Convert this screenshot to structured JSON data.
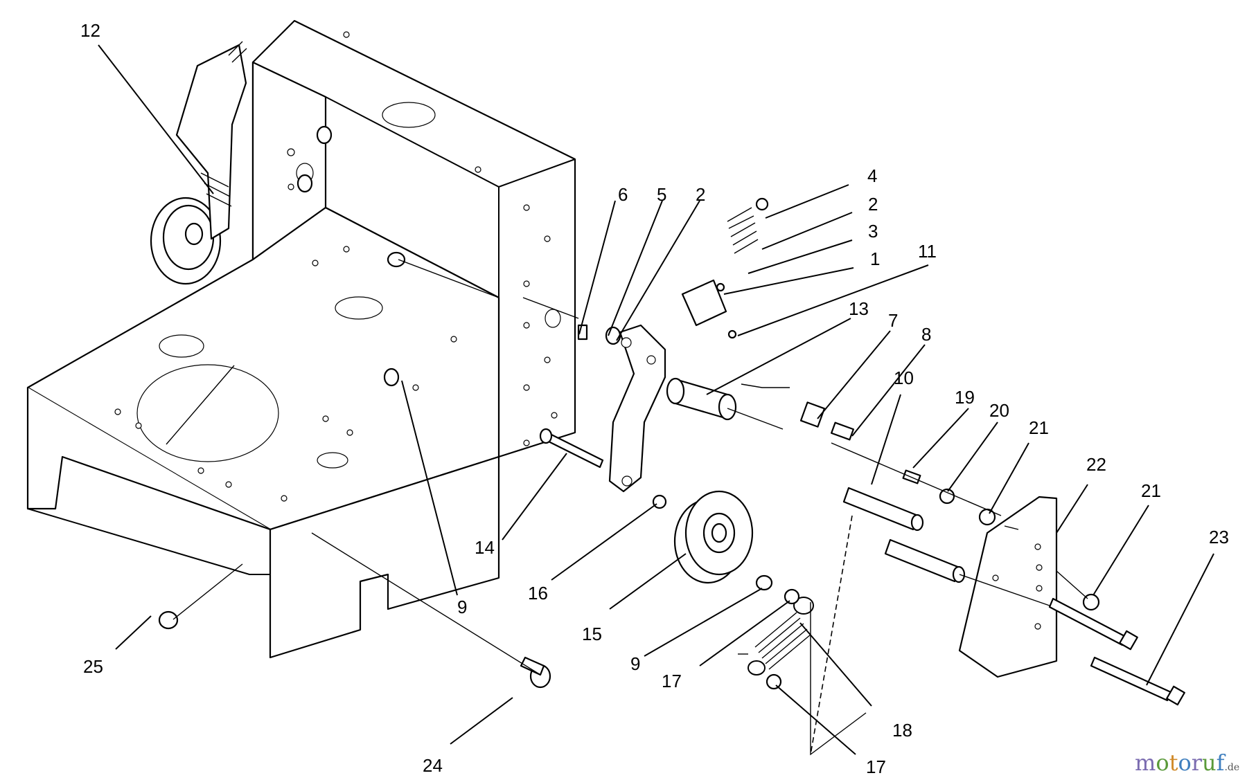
{
  "callouts": {
    "c1": "1",
    "c2a": "2",
    "c2b": "2",
    "c3": "3",
    "c4": "4",
    "c5": "5",
    "c6": "6",
    "c7": "7",
    "c8": "8",
    "c9a": "9",
    "c9b": "9",
    "c10": "10",
    "c11": "11",
    "c12": "12",
    "c13": "13",
    "c14": "14",
    "c15": "15",
    "c16": "16",
    "c17a": "17",
    "c17b": "17",
    "c18": "18",
    "c19": "19",
    "c20": "20",
    "c21a": "21",
    "c21b": "21",
    "c22": "22",
    "c23": "23",
    "c24": "24",
    "c25": "25"
  },
  "watermark": {
    "main": "motoruf",
    "suffix": ".de",
    "colors": {
      "m": "#7a6bb0",
      "o": "#5a9a3a",
      "t": "#d08a2a",
      "u": "#3f7fbf"
    }
  }
}
